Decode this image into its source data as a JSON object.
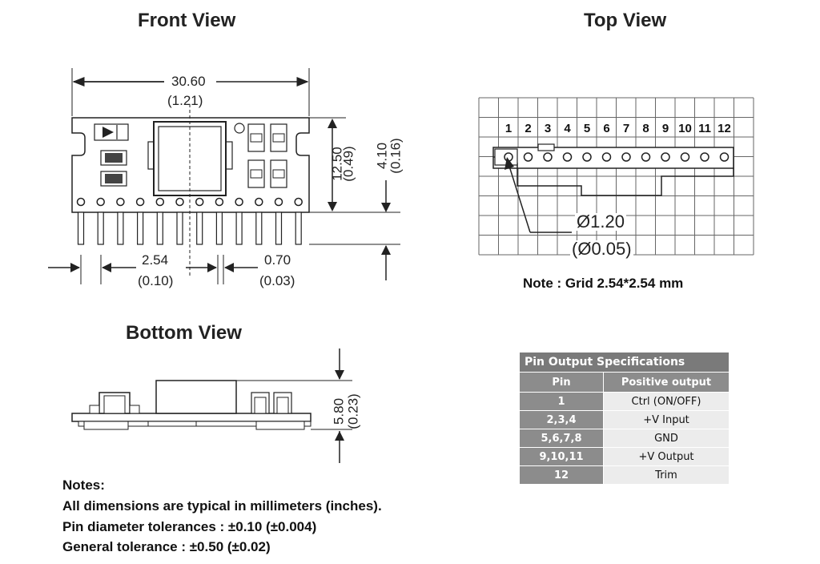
{
  "front": {
    "title": "Front View",
    "width_mm": "30.60",
    "width_in": "(1.21)",
    "height_mm": "12.50",
    "height_in": "(0.49)",
    "pin_len_mm": "4.10",
    "pin_len_in": "(0.16)",
    "pitch_mm": "2.54",
    "pitch_in": "(0.10)",
    "pin_w_mm": "0.70",
    "pin_w_in": "(0.03)"
  },
  "top": {
    "title": "Top View",
    "pins": [
      "1",
      "2",
      "3",
      "4",
      "5",
      "6",
      "7",
      "8",
      "9",
      "10",
      "11",
      "12"
    ],
    "hole_mm": "Ø1.20",
    "hole_in": "(Ø0.05)",
    "grid_note": "Note : Grid 2.54*2.54 mm"
  },
  "bottom": {
    "title": "Bottom View",
    "height_mm": "5.80",
    "height_in": "(0.23)"
  },
  "notes": {
    "heading": "Notes:",
    "line1": "All dimensions are typical in millimeters (inches).",
    "line2": "Pin diameter tolerances : ±0.10 (±0.004)",
    "line3": "General tolerance : ±0.50 (±0.02)"
  },
  "spec_table": {
    "caption": "Pin Output Specifications",
    "headers": [
      "Pin",
      "Positive output"
    ],
    "rows": [
      {
        "pin": "1",
        "value": "Ctrl (ON/OFF)"
      },
      {
        "pin": "2,3,4",
        "value": "+V Input"
      },
      {
        "pin": "5,6,7,8",
        "value": "GND"
      },
      {
        "pin": "9,10,11",
        "value": "+V Output"
      },
      {
        "pin": "12",
        "value": "Trim"
      }
    ]
  },
  "colors": {
    "line": "#222222",
    "grid": "#555555",
    "table_header": "#8c8c8c",
    "table_cell": "#ececec"
  }
}
